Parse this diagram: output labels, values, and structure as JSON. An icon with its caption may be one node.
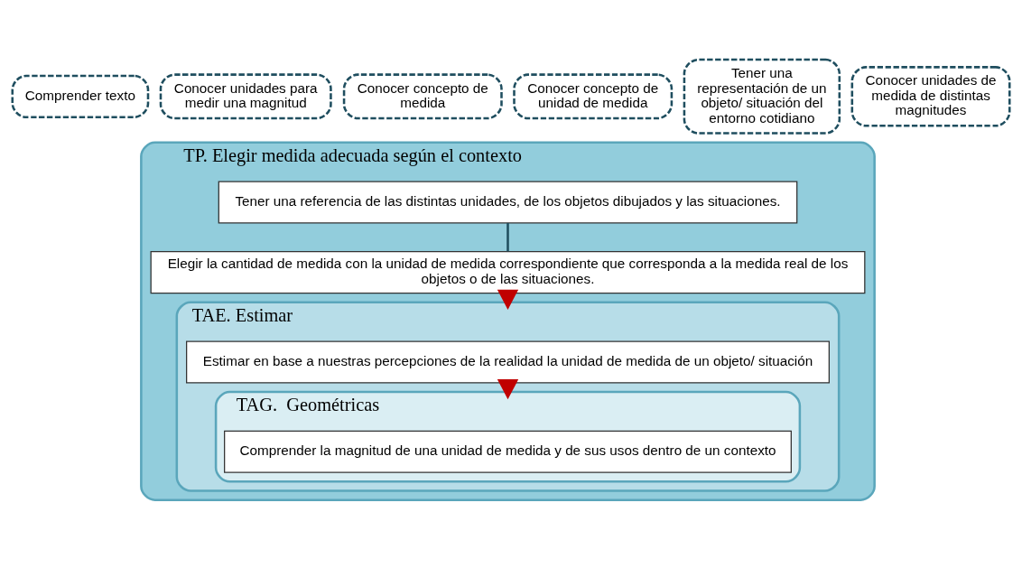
{
  "diagram": {
    "nodes": [
      {
        "text": [
          "Comprender texto"
        ]
      },
      {
        "text": [
          "Conocer unidades para medir una magnitud"
        ]
      },
      {
        "text": [
          "Conocer concepto de medida"
        ]
      },
      {
        "text": [
          "Conocer concepto de unidad de medida"
        ]
      },
      {
        "text": [
          "Tener una representación de un objeto/ situación del entorno cotidiano"
        ]
      },
      {
        "text": [
          "Conocer unidades de medida de distintas magnitudes"
        ]
      },
      {
        "text": [
          "TP. Elegir medida adecuada según el contexto"
        ]
      },
      {
        "text": [
          "Tener una referencia de las distintas unidades, de los objetos dibujados y las situaciones."
        ],
        "in": 6
      },
      {
        "text": [
          "Elegir la cantidad de medida con la unidad de medida correspondiente que corresponda a la medida real de los objetos o de las situaciones."
        ],
        "in": 6
      },
      {
        "text": [
          "TAE. Estimar"
        ],
        "in": 6
      },
      {
        "text": [
          "Estimar en base a nuestras percepciones de la realidad la unidad de medida de un objeto/ situación"
        ],
        "in": 9
      },
      {
        "text": [
          "TAG.  Geométricas"
        ],
        "in": 9
      },
      {
        "text": [
          "Comprender la magnitud de una unidad de medida y de sus usos dentro de un contexto"
        ],
        "in": 11
      }
    ],
    "edges": [
      {
        "from": 7,
        "to": 8,
        "arrow": "none"
      },
      {
        "from": 8,
        "to": 9,
        "arrow": "to",
        "style": "thick",
        "color": "#c00000"
      },
      {
        "from": 10,
        "to": 11,
        "arrow": "to",
        "style": "thick",
        "color": "#c00000"
      }
    ]
  }
}
